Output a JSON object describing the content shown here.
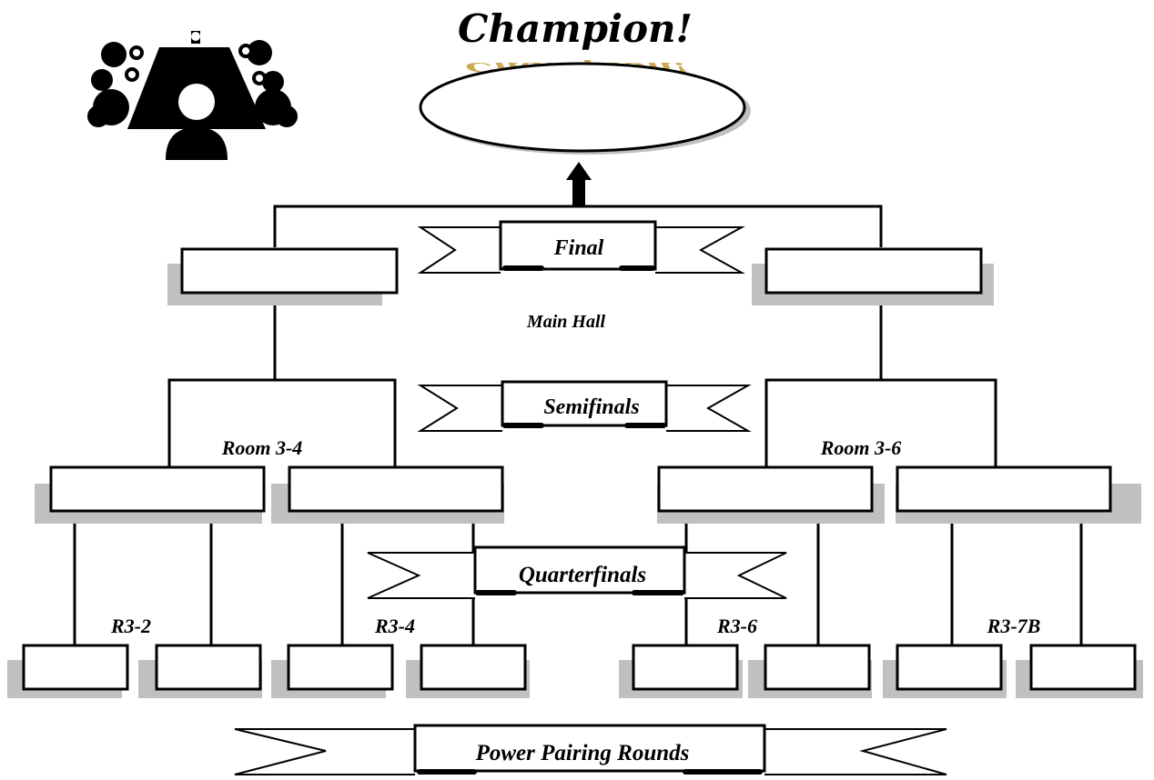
{
  "title": "Champion!",
  "banners": {
    "final": "Final",
    "semifinals": "Semifinals",
    "quarterfinals": "Quarterfinals",
    "power_pairing": "Power Pairing Rounds"
  },
  "rooms": {
    "final": "Main Hall",
    "semi_left": "Room 3-4",
    "semi_right": "Room 3-6",
    "qf_1": "R3-2",
    "qf_2": "R3-4",
    "qf_3": "R3-6",
    "qf_4": "R3-7B"
  },
  "icon": "debate-table-icon",
  "colors": {
    "line": "#000000",
    "shadow": "#c0c0c0",
    "box_fill": "#ffffff",
    "title_shadow": "#b8860b"
  }
}
